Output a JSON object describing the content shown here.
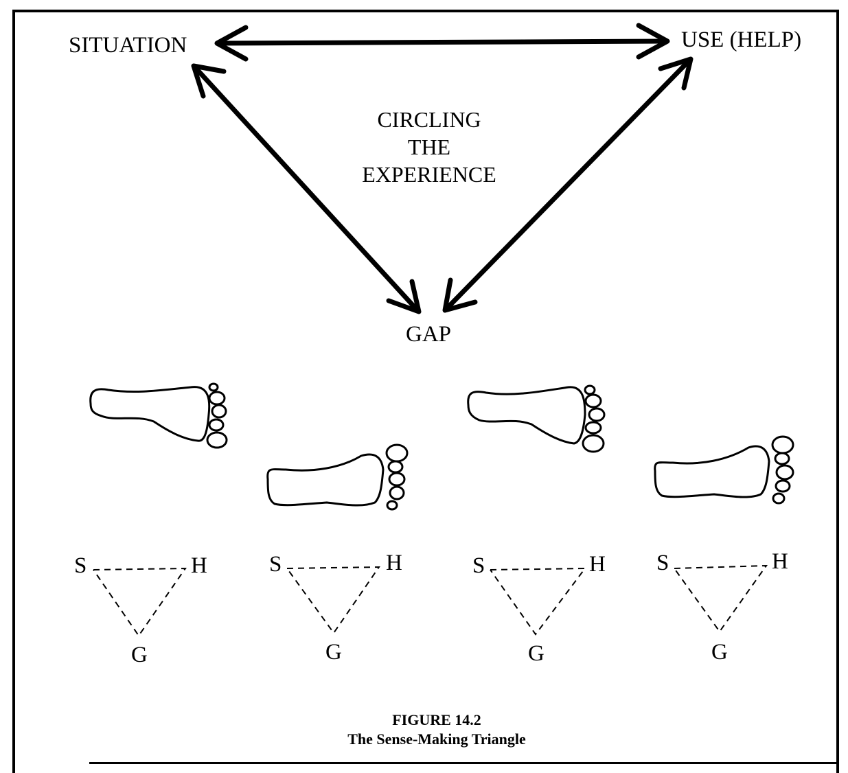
{
  "diagram": {
    "nodes": {
      "situation": "SITUATION",
      "use_help": "USE (HELP)",
      "gap": "GAP"
    },
    "center_text": [
      "CIRCLING",
      "THE",
      "EXPERIENCE"
    ],
    "mini_triangles": [
      {
        "s": "S",
        "h": "H",
        "g": "G"
      },
      {
        "s": "S",
        "h": "H",
        "g": "G"
      },
      {
        "s": "S",
        "h": "H",
        "g": "G"
      },
      {
        "s": "S",
        "h": "H",
        "g": "G"
      }
    ]
  },
  "caption": {
    "figure_number": "FIGURE 14.2",
    "title": "The Sense-Making Triangle"
  }
}
